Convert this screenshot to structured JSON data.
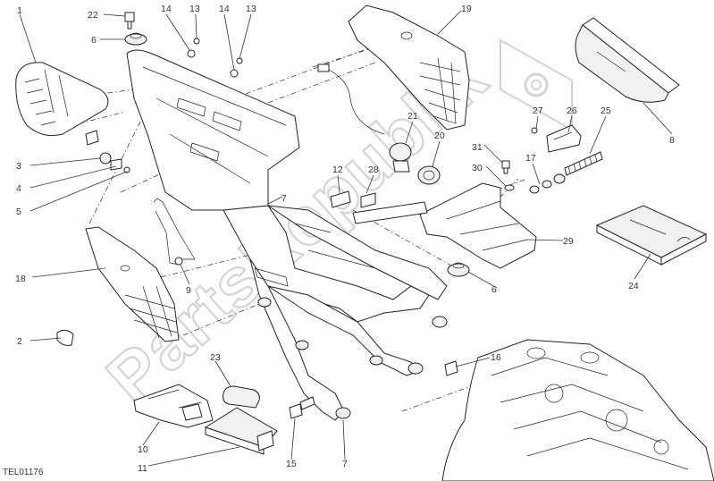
{
  "diagram": {
    "drawing_code": "TEL01176",
    "watermark": {
      "text": "PartsRepublik",
      "color": "#d4d4d4"
    },
    "callouts": [
      {
        "id": "c1",
        "label": "1"
      },
      {
        "id": "c22",
        "label": "22"
      },
      {
        "id": "c6a",
        "label": "6"
      },
      {
        "id": "c14a",
        "label": "14"
      },
      {
        "id": "c13a",
        "label": "13"
      },
      {
        "id": "c14b",
        "label": "14"
      },
      {
        "id": "c13b",
        "label": "13"
      },
      {
        "id": "c19",
        "label": "19"
      },
      {
        "id": "c8",
        "label": "8"
      },
      {
        "id": "c3",
        "label": "3"
      },
      {
        "id": "c4",
        "label": "4"
      },
      {
        "id": "c5",
        "label": "5"
      },
      {
        "id": "c21",
        "label": "21"
      },
      {
        "id": "c20",
        "label": "20"
      },
      {
        "id": "c27",
        "label": "27"
      },
      {
        "id": "c26",
        "label": "26"
      },
      {
        "id": "c25",
        "label": "25"
      },
      {
        "id": "c31",
        "label": "31"
      },
      {
        "id": "c30",
        "label": "30"
      },
      {
        "id": "c17",
        "label": "17"
      },
      {
        "id": "c12",
        "label": "12"
      },
      {
        "id": "c28",
        "label": "28"
      },
      {
        "id": "c7a",
        "label": "7"
      },
      {
        "id": "c29",
        "label": "29"
      },
      {
        "id": "c24",
        "label": "24"
      },
      {
        "id": "c18",
        "label": "18"
      },
      {
        "id": "c9",
        "label": "9"
      },
      {
        "id": "c6b",
        "label": "6"
      },
      {
        "id": "c2",
        "label": "2"
      },
      {
        "id": "c16",
        "label": "16"
      },
      {
        "id": "c23",
        "label": "23"
      },
      {
        "id": "c10",
        "label": "10"
      },
      {
        "id": "c11",
        "label": "11"
      },
      {
        "id": "c15",
        "label": "15"
      },
      {
        "id": "c7b",
        "label": "7"
      }
    ]
  }
}
